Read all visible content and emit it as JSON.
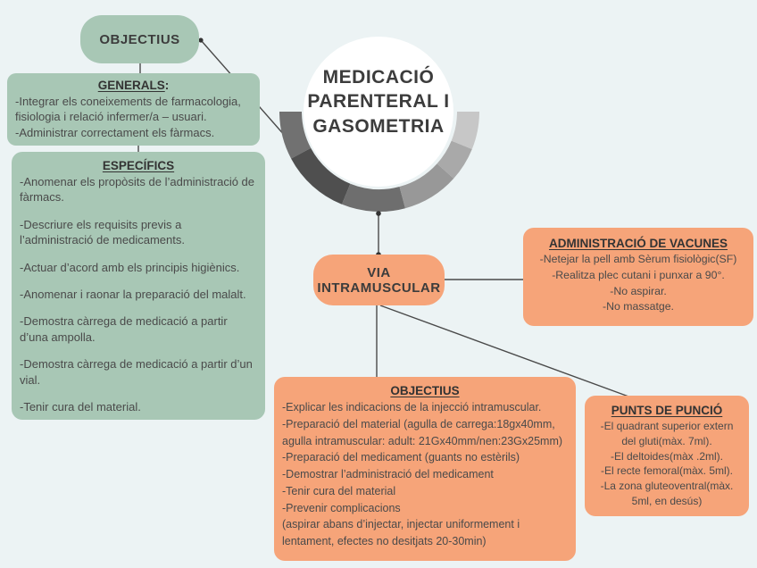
{
  "title": {
    "lines": [
      "MEDICACIÓ",
      "PARENTERAL I",
      "GASOMETRIA"
    ]
  },
  "theme": {
    "background": "#ecf3f4",
    "green_node": "#a8c7b5",
    "orange_node": "#f6a479",
    "circle_fill": "#ffffff",
    "text": "#4a4a4a",
    "heading_text": "#333333",
    "connector": "#4a4a4a"
  },
  "ring": {
    "segments": [
      {
        "color": "#717171"
      },
      {
        "color": "#4f4f4f"
      },
      {
        "color": "#6e6e6e"
      },
      {
        "color": "#989898"
      },
      {
        "color": "#a9a9a9"
      },
      {
        "color": "#c7c7c7"
      }
    ]
  },
  "nodes": {
    "objectius_general": {
      "label": "OBJECTIUS"
    },
    "generals": {
      "heading": "GENERALS",
      "heading_suffix": ":",
      "items": [
        "-Integrar els coneixements de farmacologia, fisiologia i relació infermer/a – usuari.",
        "-Administrar correctament els fàrmacs."
      ]
    },
    "especifics": {
      "heading": "ESPECÍFICS",
      "items": [
        "-Anomenar els propòsits de l’administració de fàrmacs.",
        "-Descriure els requisits previs a l’administració de medicaments.",
        "-Actuar d’acord amb els principis higiènics.",
        "-Anomenar i raonar la preparació del malalt.",
        "-Demostra càrrega de medicació a partir d’una ampolla.",
        "-Demostra càrrega de medicació a partir d’un vial.",
        "-Tenir cura del material."
      ]
    },
    "via_intramuscular": {
      "label_line1": "VIA",
      "label_line2": "INTRAMUSCULAR"
    },
    "vacunes": {
      "heading": "ADMINISTRACIÓ DE VACUNES",
      "items": [
        "-Netejar la pell amb Sèrum fisiològic(SF)",
        "-Realitza plec cutani i punxar a 90°.",
        "-No aspirar.",
        "-No massatge."
      ]
    },
    "objectius_im": {
      "heading": "OBJECTIUS",
      "items": [
        "-Explicar les indicacions de la injecció intramuscular.",
        "-Preparació del material (agulla de carrega:18gx40mm, agulla intramuscular: adult: 21Gx40mm/nen:23Gx25mm)",
        "-Preparació del medicament (guants no estèrils)",
        "-Demostrar l’administració del medicament",
        "-Tenir cura del material",
        "-Prevenir complicacions",
        "(aspirar abans d’injectar, injectar uniformement i lentament, efectes no desitjats 20-30min)"
      ]
    },
    "punts_puncio": {
      "heading": "PUNTS DE PUNCIÓ",
      "items": [
        "-El quadrant superior extern del gluti(màx. 7ml).",
        "-El deltoides(màx .2ml).",
        "-El recte femoral(màx. 5ml).",
        "-La zona gluteoventral(màx. 5ml, en desús)"
      ]
    }
  }
}
